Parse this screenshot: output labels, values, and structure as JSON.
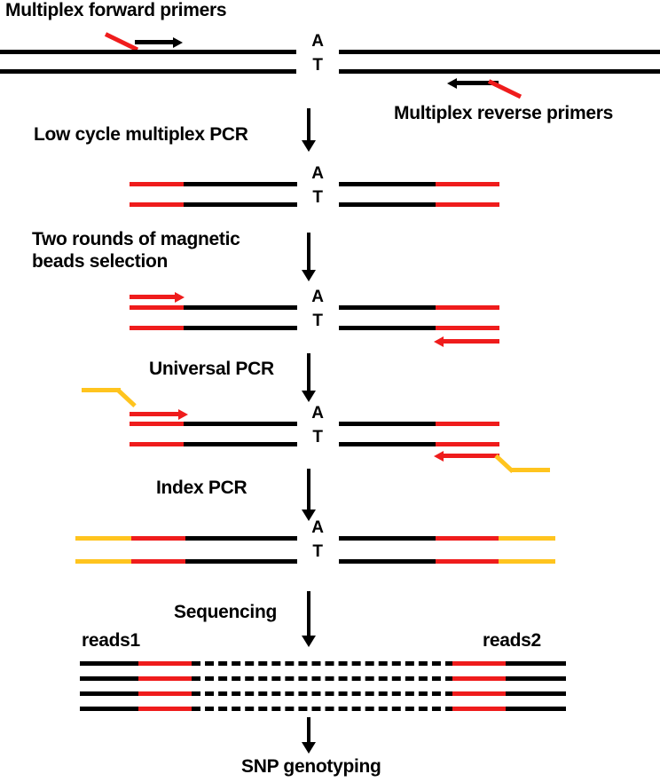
{
  "figure": {
    "title": "Multiplex PCR amplicon sequencing workflow for SNP genotyping",
    "colors": {
      "black": "#000000",
      "red": "#ef1c1c",
      "yellow": "#ffc41e",
      "background": "#ffffff"
    }
  },
  "labels": {
    "forward_primers": "Multiplex forward primers",
    "reverse_primers": "Multiplex reverse primers",
    "step1": "Low cycle multiplex PCR",
    "step2_line1": "Two rounds of magnetic",
    "step2_line2": "beads selection",
    "step3": "Universal PCR",
    "step4": "Index PCR",
    "step5": "Sequencing",
    "reads1": "reads1",
    "reads2": "reads2",
    "result": "SNP genotyping"
  },
  "bases": {
    "top": "A",
    "bottom": "T"
  },
  "stages": [
    {
      "name": "genomic-dna-template",
      "description": "Genomic DNA duplex with A/T SNP, multiplex forward primer annealing left and reverse primer annealing right",
      "top_strand_segments": [
        "black"
      ],
      "bottom_strand_segments": [
        "black"
      ]
    },
    {
      "name": "multiplex-pcr-product",
      "description": "Amplicon after low cycle multiplex PCR carrying red universal tails at both ends",
      "top_strand_segments": [
        "red",
        "black",
        "black",
        "red"
      ],
      "bottom_strand_segments": [
        "red",
        "black",
        "black",
        "red"
      ]
    },
    {
      "name": "bead-selected-product",
      "description": "Purified amplicon with red universal primers annealed",
      "top_strand_segments": [
        "red",
        "black",
        "black",
        "red"
      ],
      "bottom_strand_segments": [
        "red",
        "black",
        "black",
        "red"
      ]
    },
    {
      "name": "universal-pcr-product",
      "description": "Universal PCR product with yellow index-primer tails annealing to red universal regions",
      "top_strand_segments": [
        "red",
        "black",
        "black",
        "red"
      ],
      "bottom_strand_segments": [
        "red",
        "black",
        "black",
        "red"
      ]
    },
    {
      "name": "indexed-library",
      "description": "Final indexed sequencing library: yellow index, red universal, black target",
      "top_strand_segments": [
        "yellow",
        "red",
        "black",
        "black",
        "red",
        "yellow"
      ],
      "bottom_strand_segments": [
        "yellow",
        "red",
        "black",
        "black",
        "red",
        "yellow"
      ]
    }
  ],
  "reads": {
    "count": 4,
    "segments": [
      "black",
      "red",
      "dashed-insert",
      "red",
      "black"
    ],
    "left_label": "reads1",
    "right_label": "reads2"
  }
}
